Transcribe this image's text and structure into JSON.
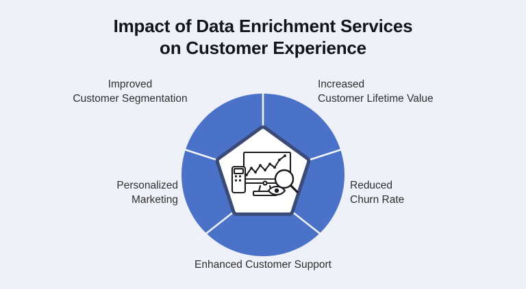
{
  "title": {
    "line1": "Impact of Data Enrichment Services",
    "line2": "on Customer Experience"
  },
  "colors": {
    "background": "#eef1f7",
    "wheel_blue": "#4a72c8",
    "pentagon_navy": "#3c4a78",
    "pentagon_fill": "#ffffff",
    "divider": "#f2f5fb",
    "title_text": "#12141c",
    "label_text": "#2e2e2e",
    "icon_stroke": "#17181c"
  },
  "center_icon": {
    "name": "data-analytics-icon",
    "parts": [
      "monitor-screen",
      "line-chart",
      "magnifying-glass",
      "calculator",
      "stylus-hand"
    ]
  },
  "segments": [
    {
      "id": "improved-customer-segmentation",
      "label": "Improved\nCustomer Segmentation",
      "position": "top-left"
    },
    {
      "id": "increased-customer-lifetime-value",
      "label": "Increased\nCustomer Lifetime Value",
      "position": "top-right"
    },
    {
      "id": "personalized-marketing",
      "label": "Personalized\nMarketing",
      "position": "left"
    },
    {
      "id": "reduced-churn-rate",
      "label": "Reduced\nChurn Rate",
      "position": "right"
    },
    {
      "id": "enhanced-customer-support",
      "label": "Enhanced Customer Support",
      "position": "bottom"
    }
  ]
}
